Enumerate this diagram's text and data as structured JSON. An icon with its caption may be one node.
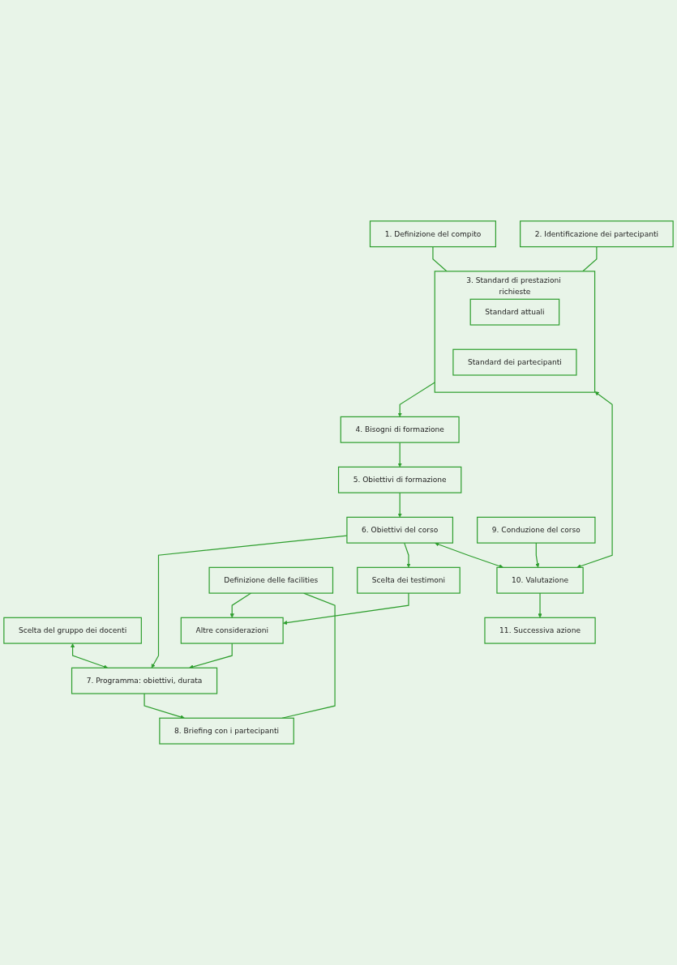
{
  "diagram": {
    "nodes": [
      {
        "text": [
          "1. Definizione del compito"
        ]
      },
      {
        "text": [
          "2. Identificazione dei partecipanti"
        ]
      },
      {
        "text": [
          "3. Standard di prestazioni richieste"
        ]
      },
      {
        "text": [
          "Standard attuali"
        ],
        "in": 2
      },
      {
        "text": [
          "Standard dei partecipanti"
        ],
        "in": 2
      },
      {
        "text": [
          "4. Bisogni di formazione"
        ]
      },
      {
        "text": [
          "5. Obiettivi di formazione"
        ]
      },
      {
        "text": [
          "6. Obiettivi del corso"
        ]
      },
      {
        "text": [
          "Scelta del gruppo dei docenti"
        ]
      },
      {
        "text": [
          "7. Programma: obiettivi, durata"
        ]
      },
      {
        "text": [
          "Scelta dei testimoni"
        ]
      },
      {
        "text": [
          "Altre considerazioni"
        ]
      },
      {
        "text": [
          "8. Briefing con i partecipanti"
        ]
      },
      {
        "text": [
          "Definizione delle facilities"
        ]
      },
      {
        "text": [
          "9. Conduzione del corso"
        ]
      },
      {
        "text": [
          "10. Valutazione"
        ]
      },
      {
        "text": [
          "11. Successiva azione"
        ]
      }
    ],
    "edges": [
      {
        "from": 0,
        "to": 2,
        "arrow": "none"
      },
      {
        "from": 1,
        "to": 2,
        "arrow": "none"
      },
      {
        "from": 2,
        "to": 5,
        "arrow": "to"
      },
      {
        "from": 5,
        "to": 6,
        "arrow": "to"
      },
      {
        "from": 6,
        "to": 7,
        "arrow": "to"
      },
      {
        "from": 7,
        "to": 9,
        "arrow": "to"
      },
      {
        "from": 8,
        "to": 9,
        "arrow": "both"
      },
      {
        "from": 7,
        "to": 10,
        "arrow": "to"
      },
      {
        "from": 10,
        "to": 11,
        "arrow": "to"
      },
      {
        "from": 11,
        "to": 9,
        "arrow": "to"
      },
      {
        "from": 9,
        "to": 12,
        "arrow": "to"
      },
      {
        "from": 13,
        "to": 11,
        "arrow": "to"
      },
      {
        "from": 13,
        "to": 12,
        "arrow": "none"
      },
      {
        "from": 14,
        "to": 15,
        "arrow": "to"
      },
      {
        "from": 15,
        "to": 16,
        "arrow": "to"
      },
      {
        "from": 7,
        "to": 15,
        "arrow": "both"
      },
      {
        "from": 2,
        "to": 15,
        "arrow": "both"
      }
    ]
  }
}
